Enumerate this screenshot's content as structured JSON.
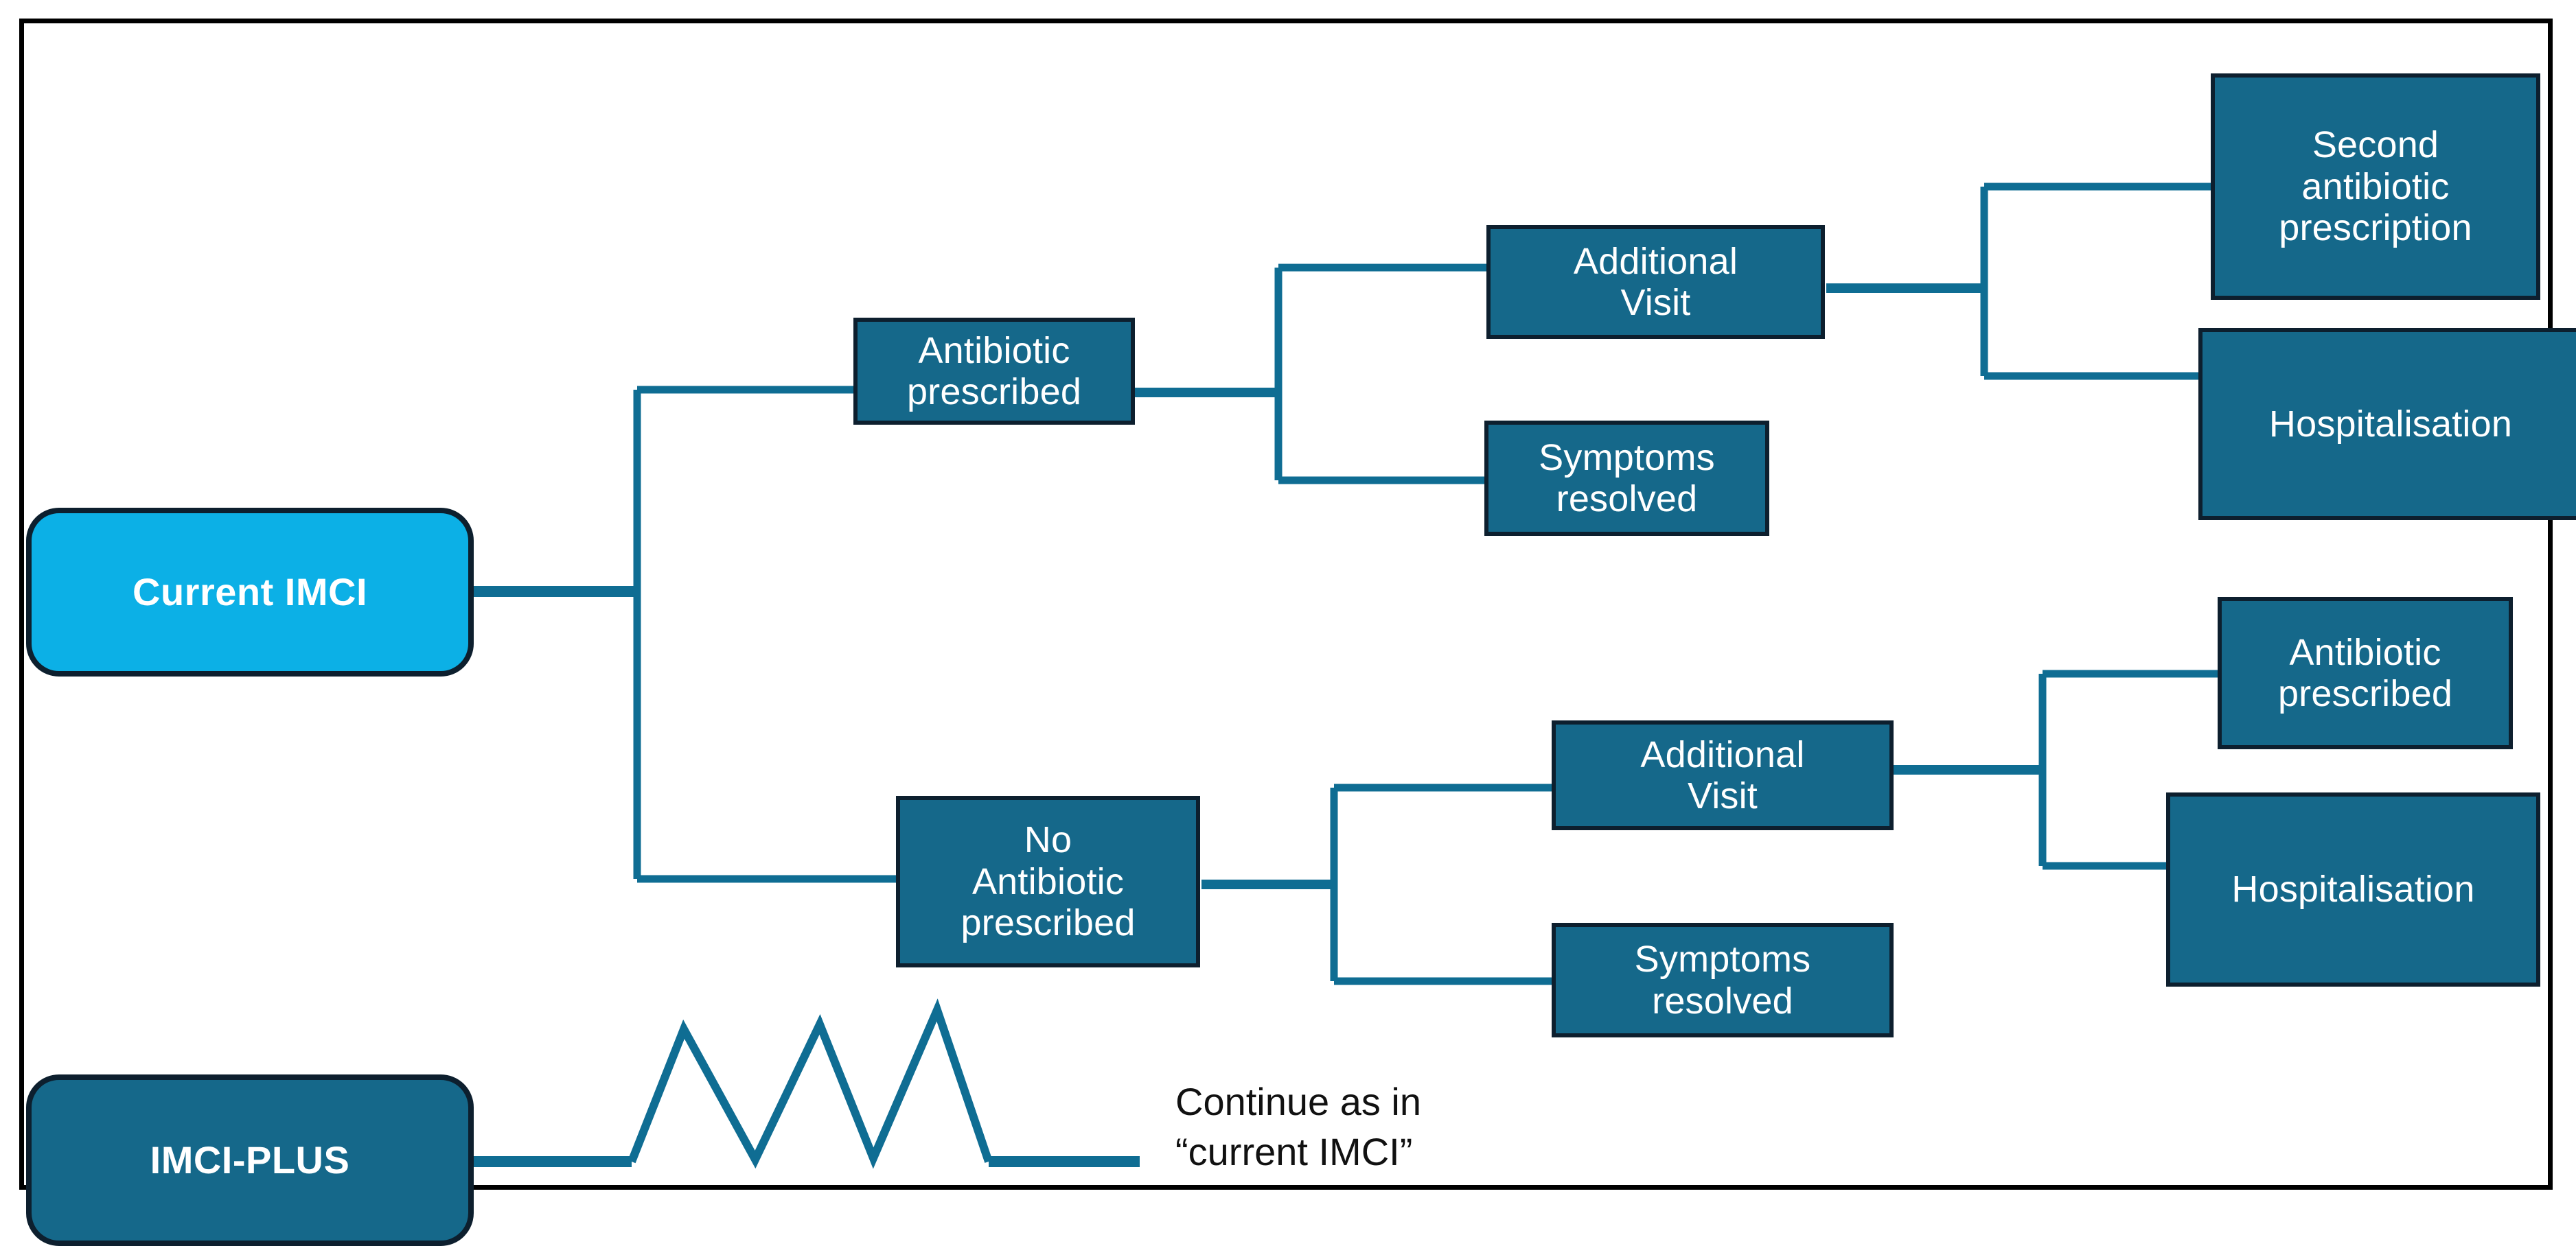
{
  "diagram": {
    "title_present": false,
    "colors": {
      "frame_border": "#000000",
      "node_fill_dark": "#15688a",
      "node_fill_bright": "#0cb0e6",
      "node_border": "#0d1f2e",
      "connector": "#0f6d93",
      "text_on_node": "#ffffff",
      "caption_text": "#111111"
    },
    "nodes": {
      "current_imci": {
        "label": "Current IMCI",
        "shape": "rounded-rectangle",
        "fill": "#0cb0e6"
      },
      "imci_plus": {
        "label": "IMCI-PLUS",
        "shape": "rounded-rectangle",
        "fill": "#15688a"
      },
      "antibiotic_prescribed_top": {
        "label": "Antibiotic\nprescribed",
        "shape": "rectangle",
        "fill": "#15688a"
      },
      "no_antibiotic_prescribed": {
        "label": "No\nAntibiotic\nprescribed",
        "shape": "rectangle",
        "fill": "#15688a"
      },
      "additional_visit_top": {
        "label": "Additional\nVisit",
        "shape": "rectangle",
        "fill": "#15688a"
      },
      "symptoms_resolved_top": {
        "label": "Symptoms\nresolved",
        "shape": "rectangle",
        "fill": "#15688a"
      },
      "additional_visit_bottom": {
        "label": "Additional\nVisit",
        "shape": "rectangle",
        "fill": "#15688a"
      },
      "symptoms_resolved_bottom": {
        "label": "Symptoms\nresolved",
        "shape": "rectangle",
        "fill": "#15688a"
      },
      "second_antibiotic_prescription": {
        "label": "Second\nantibiotic\nprescription",
        "shape": "rectangle",
        "fill": "#15688a"
      },
      "hospitalisation_top": {
        "label": "Hospitalisation",
        "shape": "rectangle",
        "fill": "#15688a"
      },
      "antibiotic_prescribed_bottom": {
        "label": "Antibiotic\nprescribed",
        "shape": "rectangle",
        "fill": "#15688a"
      },
      "hospitalisation_bottom": {
        "label": "Hospitalisation",
        "shape": "rectangle",
        "fill": "#15688a"
      }
    },
    "caption": {
      "continue_note": "Continue as in\n“current IMCI”"
    },
    "edges": [
      {
        "from": "current_imci",
        "to": "antibiotic_prescribed_top"
      },
      {
        "from": "current_imci",
        "to": "no_antibiotic_prescribed"
      },
      {
        "from": "antibiotic_prescribed_top",
        "to": "additional_visit_top"
      },
      {
        "from": "antibiotic_prescribed_top",
        "to": "symptoms_resolved_top"
      },
      {
        "from": "additional_visit_top",
        "to": "second_antibiotic_prescription"
      },
      {
        "from": "additional_visit_top",
        "to": "hospitalisation_top"
      },
      {
        "from": "no_antibiotic_prescribed",
        "to": "additional_visit_bottom"
      },
      {
        "from": "no_antibiotic_prescribed",
        "to": "symptoms_resolved_bottom"
      },
      {
        "from": "additional_visit_bottom",
        "to": "antibiotic_prescribed_bottom"
      },
      {
        "from": "additional_visit_bottom",
        "to": "hospitalisation_bottom"
      },
      {
        "from": "imci_plus",
        "to": "continue_note",
        "style": "zigzag"
      }
    ]
  }
}
